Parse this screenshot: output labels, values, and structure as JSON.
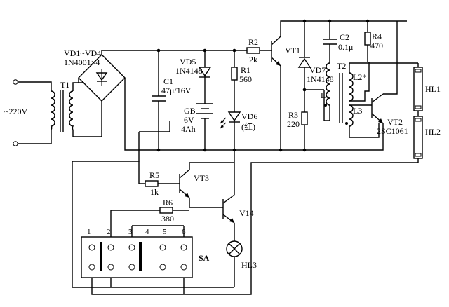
{
  "labels": {
    "mains": "~220V",
    "t1": "T1",
    "vd1_4": "VD1~VD4",
    "vd1_4_part": "1N4001×4",
    "c1": "C1",
    "c1_val": "47μ/16V",
    "vd5": "VD5",
    "vd5_part": "1N4148",
    "gb": "GB",
    "gb_v": "6V",
    "gb_cap": "4Ah",
    "r1": "R1",
    "r1_val": "560",
    "vd6": "VD6",
    "vd6_color": "(红)",
    "r2": "R2",
    "r2_val": "2k",
    "vt1": "VT1",
    "vd7": "VD7",
    "vd7_part": "1N4148",
    "r3": "R3",
    "r3_val": "220",
    "c2": "C2",
    "c2_val": "0.1μ",
    "r4": "R4",
    "r4_val": "470",
    "t2": "T2",
    "l1": "L1",
    "l2": "L2*",
    "l3": "L3",
    "vt2": "VT2",
    "vt2_part": "2SC1061",
    "hl1": "HL1",
    "hl2": "HL2",
    "r5": "R5",
    "r5_val": "1k",
    "vt3": "VT3",
    "r6": "R6",
    "r6_val": "380",
    "v14": "V14",
    "hl3": "HL3",
    "sa": "SA",
    "sa_pins": [
      "1",
      "2",
      "3",
      "4",
      "5",
      "6"
    ]
  }
}
